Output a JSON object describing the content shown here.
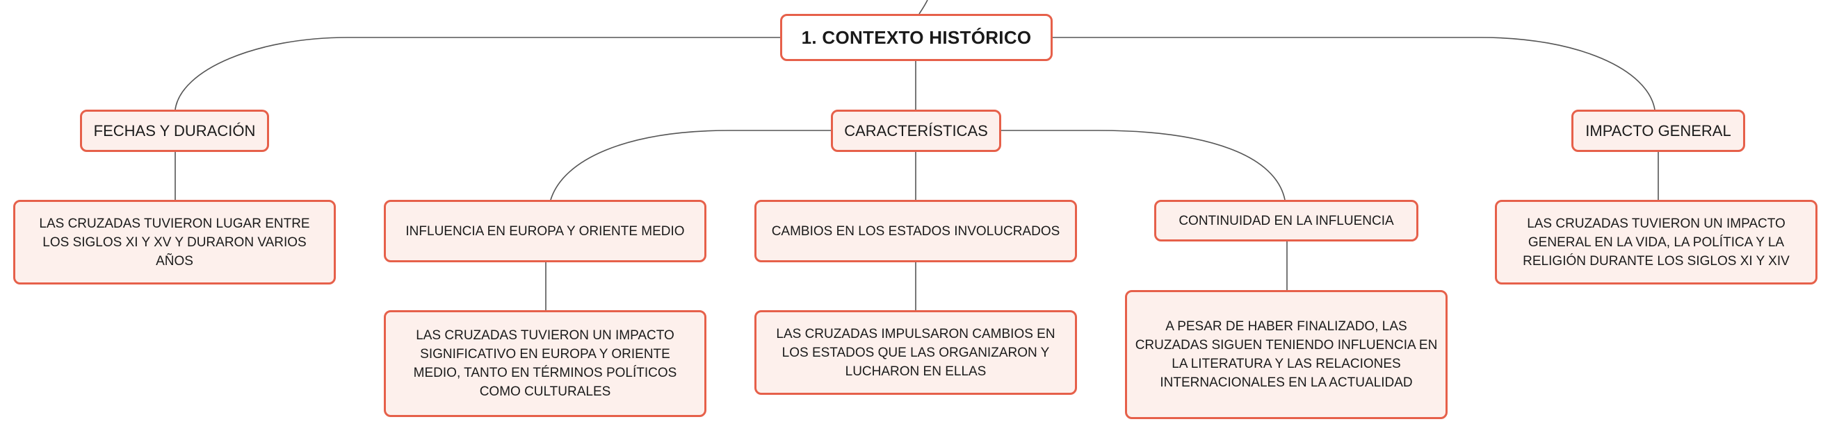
{
  "colors": {
    "border": "#e6604a",
    "fill": "#fdf0ec",
    "root_fill": "#ffffff",
    "connector": "#555555",
    "text": "#1a1a1a"
  },
  "root": {
    "label": "1. CONTEXTO HISTÓRICO"
  },
  "branches": {
    "fechas": {
      "label": "FECHAS Y DURACIÓN",
      "detail": "LAS CRUZADAS TUVIERON LUGAR ENTRE LOS SIGLOS XI Y XV Y DURARON VARIOS AÑOS"
    },
    "caracteristicas": {
      "label": "CARACTERÍSTICAS",
      "children": {
        "influencia": {
          "label": "INFLUENCIA EN EUROPA Y ORIENTE MEDIO",
          "detail": "LAS CRUZADAS TUVIERON UN IMPACTO SIGNIFICATIVO EN EUROPA Y ORIENTE MEDIO, TANTO EN TÉRMINOS POLÍTICOS COMO CULTURALES"
        },
        "cambios": {
          "label": "CAMBIOS EN LOS ESTADOS INVOLUCRADOS",
          "detail": "LAS CRUZADAS IMPULSARON CAMBIOS EN LOS ESTADOS QUE LAS ORGANIZARON Y LUCHARON EN ELLAS"
        },
        "continuidad": {
          "label": "CONTINUIDAD EN LA INFLUENCIA",
          "detail": "A PESAR DE HABER FINALIZADO, LAS CRUZADAS SIGUEN TENIENDO INFLUENCIA EN LA LITERATURA Y LAS RELACIONES INTERNACIONALES EN LA ACTUALIDAD"
        }
      }
    },
    "impacto": {
      "label": "IMPACTO GENERAL",
      "detail": "LAS CRUZADAS TUVIERON UN IMPACTO GENERAL EN LA VIDA, LA POLÍTICA Y LA RELIGIÓN DURANTE LOS SIGLOS XI Y XIV"
    }
  }
}
